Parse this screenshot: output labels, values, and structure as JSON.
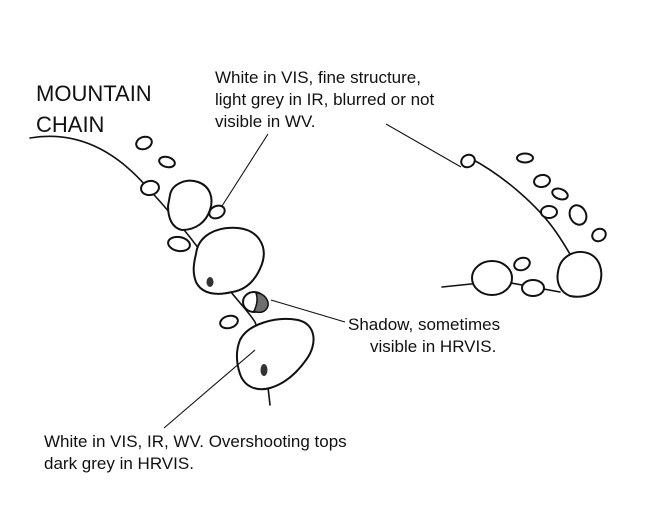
{
  "title": {
    "lines": [
      "MOUNTAIN",
      "CHAIN"
    ]
  },
  "annotations": {
    "fine_structure": {
      "lines": [
        "White in VIS, fine structure,",
        "light grey in IR,  blurred or not",
        "visible in WV."
      ]
    },
    "shadow": {
      "lines": [
        "Shadow, sometimes",
        "visible in HRVIS."
      ]
    },
    "overshooting": {
      "lines": [
        "White in VIS, IR, WV. Overshooting tops",
        "dark grey in HRVIS."
      ]
    }
  },
  "colors": {
    "ink": "#111111",
    "cloud_fill": "#ffffff",
    "shadow_fill": "#6e6e6e",
    "overshooting_top_fill": "#333333",
    "background": "#ffffff"
  }
}
